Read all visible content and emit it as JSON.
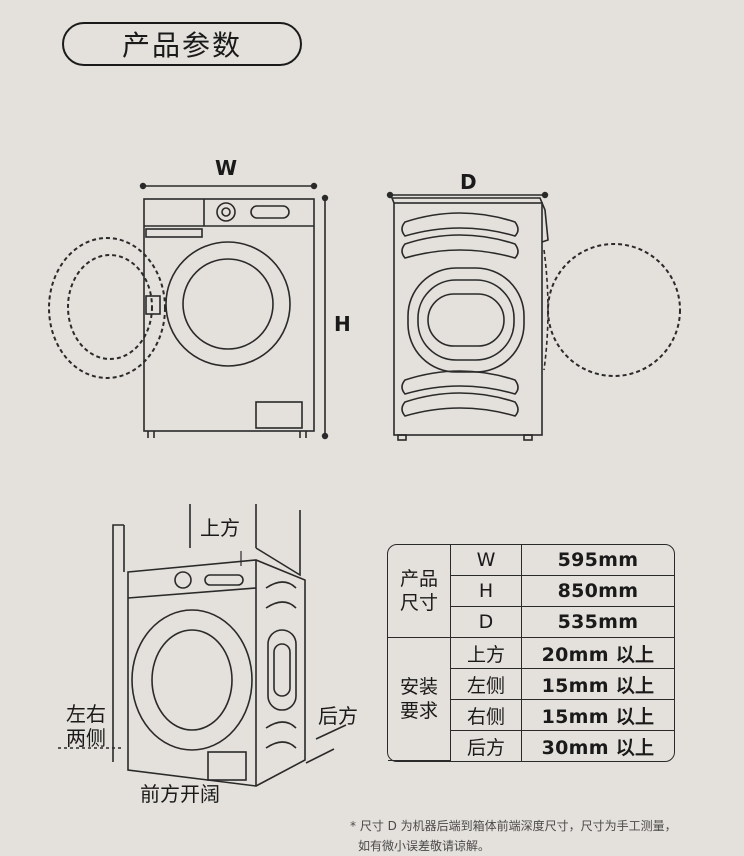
{
  "title": "产品参数",
  "dimension_labels": {
    "width": "W",
    "height": "H",
    "depth": "D"
  },
  "install_labels": {
    "top": "上方",
    "sides": [
      "左右",
      "两侧"
    ],
    "rear": "后方",
    "front": "前方开阔"
  },
  "spec_table": {
    "groups": [
      {
        "label": [
          "产品",
          "尺寸"
        ],
        "rows": [
          {
            "key": "W",
            "value": "595mm"
          },
          {
            "key": "H",
            "value": "850mm"
          },
          {
            "key": "D",
            "value": "535mm"
          }
        ]
      },
      {
        "label": [
          "安装",
          "要求"
        ],
        "rows": [
          {
            "key": "上方",
            "value": "20mm 以上"
          },
          {
            "key": "左侧",
            "value": "15mm 以上"
          },
          {
            "key": "右侧",
            "value": "15mm 以上"
          },
          {
            "key": "后方",
            "value": "30mm 以上"
          }
        ]
      }
    ]
  },
  "footnote": [
    "* 尺寸 D 为机器后端到箱体前端深度尺寸，尺寸为手工测量，",
    "如有微小误差敬请谅解。"
  ],
  "colors": {
    "background": "#e4e1dc",
    "line": "#2a2a2a"
  }
}
